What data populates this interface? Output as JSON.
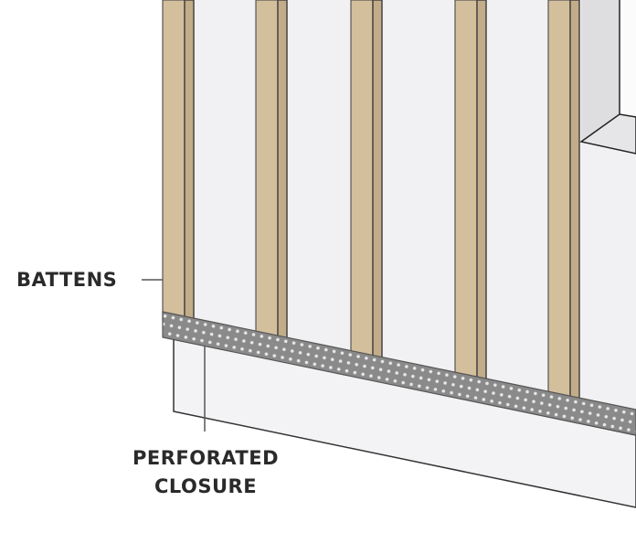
{
  "labels": {
    "battens": "BATTENS",
    "perforated_closure_line1": "PERFORATED",
    "perforated_closure_line2": "CLOSURE"
  },
  "colors": {
    "batten_face": "#d4bf9c",
    "batten_side": "#c3ad88",
    "wall": "#f1f1f3",
    "closure": "#8c8c8c",
    "window_reveal": "#dedee0",
    "outline": "#3a3a3a"
  },
  "battens_count": 5
}
